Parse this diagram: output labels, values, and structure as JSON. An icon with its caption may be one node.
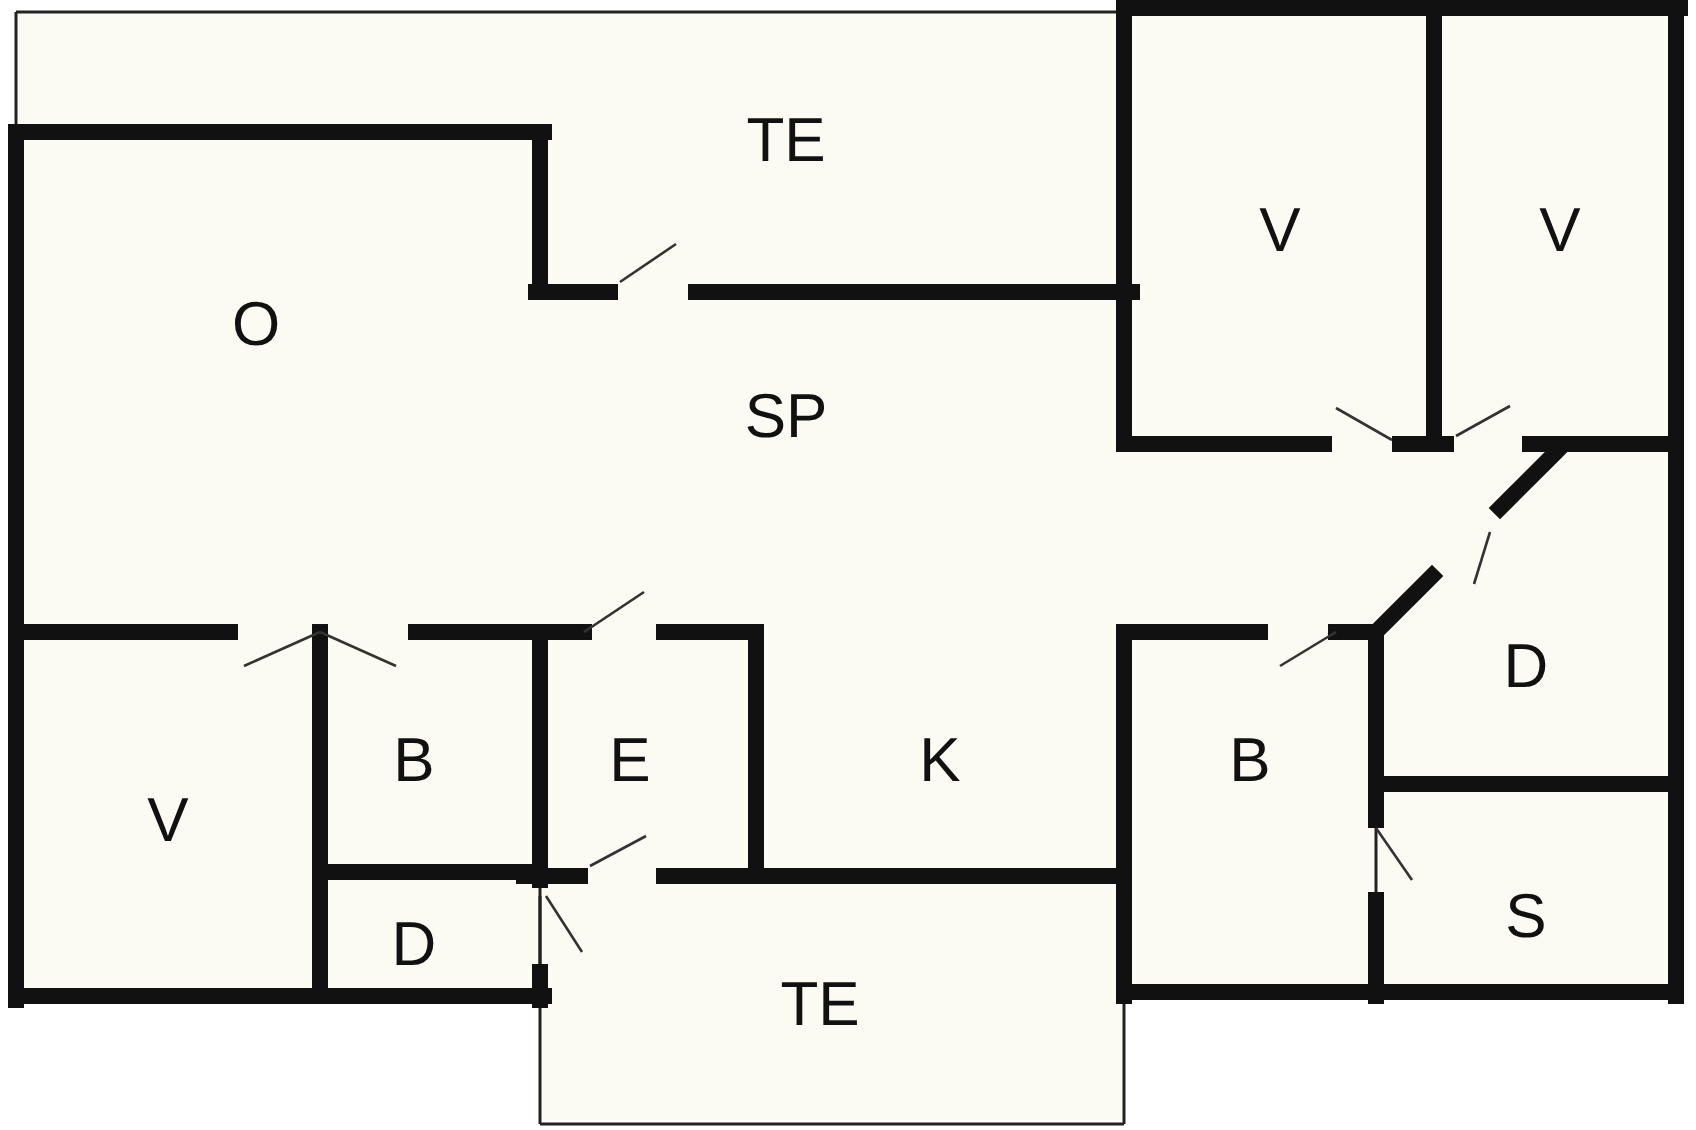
{
  "diagram": {
    "labels": [
      "TE",
      "V",
      "V",
      "O",
      "SP",
      "D",
      "V",
      "B",
      "E",
      "K",
      "B",
      "S",
      "D",
      "TE"
    ]
  }
}
